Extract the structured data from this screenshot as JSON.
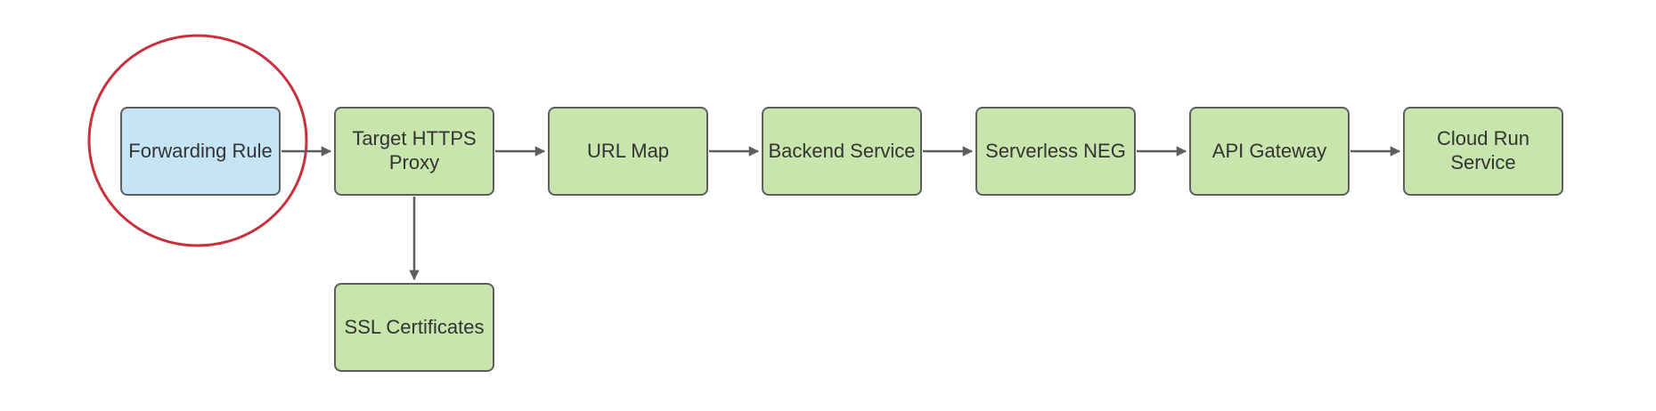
{
  "diagram": {
    "type": "flowchart",
    "nodes": [
      {
        "id": "forwarding-rule",
        "label": "Forwarding Rule",
        "fill": "#c5e4f5",
        "highlighted": true
      },
      {
        "id": "target-https-proxy",
        "label": "Target HTTPS Proxy",
        "fill": "#c7e5ac",
        "highlighted": false
      },
      {
        "id": "url-map",
        "label": "URL Map",
        "fill": "#c7e5ac",
        "highlighted": false
      },
      {
        "id": "backend-service",
        "label": "Backend Service",
        "fill": "#c7e5ac",
        "highlighted": false
      },
      {
        "id": "serverless-neg",
        "label": "Serverless NEG",
        "fill": "#c7e5ac",
        "highlighted": false
      },
      {
        "id": "api-gateway",
        "label": "API Gateway",
        "fill": "#c7e5ac",
        "highlighted": false
      },
      {
        "id": "cloud-run-service",
        "label": "Cloud Run Service",
        "fill": "#c7e5ac",
        "highlighted": false
      },
      {
        "id": "ssl-certificates",
        "label": "SSL Certificates",
        "fill": "#c7e5ac",
        "highlighted": false
      }
    ],
    "edges": [
      {
        "from": "forwarding-rule",
        "to": "target-https-proxy",
        "direction": "right"
      },
      {
        "from": "target-https-proxy",
        "to": "url-map",
        "direction": "right"
      },
      {
        "from": "url-map",
        "to": "backend-service",
        "direction": "right"
      },
      {
        "from": "backend-service",
        "to": "serverless-neg",
        "direction": "right"
      },
      {
        "from": "serverless-neg",
        "to": "api-gateway",
        "direction": "right"
      },
      {
        "from": "api-gateway",
        "to": "cloud-run-service",
        "direction": "right"
      },
      {
        "from": "target-https-proxy",
        "to": "ssl-certificates",
        "direction": "down"
      }
    ],
    "annotation": {
      "shape": "ellipse",
      "around": "forwarding-rule",
      "color": "#c9303c"
    },
    "colors": {
      "node_fill_green": "#c7e5ac",
      "node_fill_blue": "#c5e4f5",
      "node_border": "#5e5e5e",
      "arrow": "#5e5e5e",
      "highlight_circle": "#c9303c",
      "text": "#333333",
      "background": "#ffffff"
    }
  }
}
